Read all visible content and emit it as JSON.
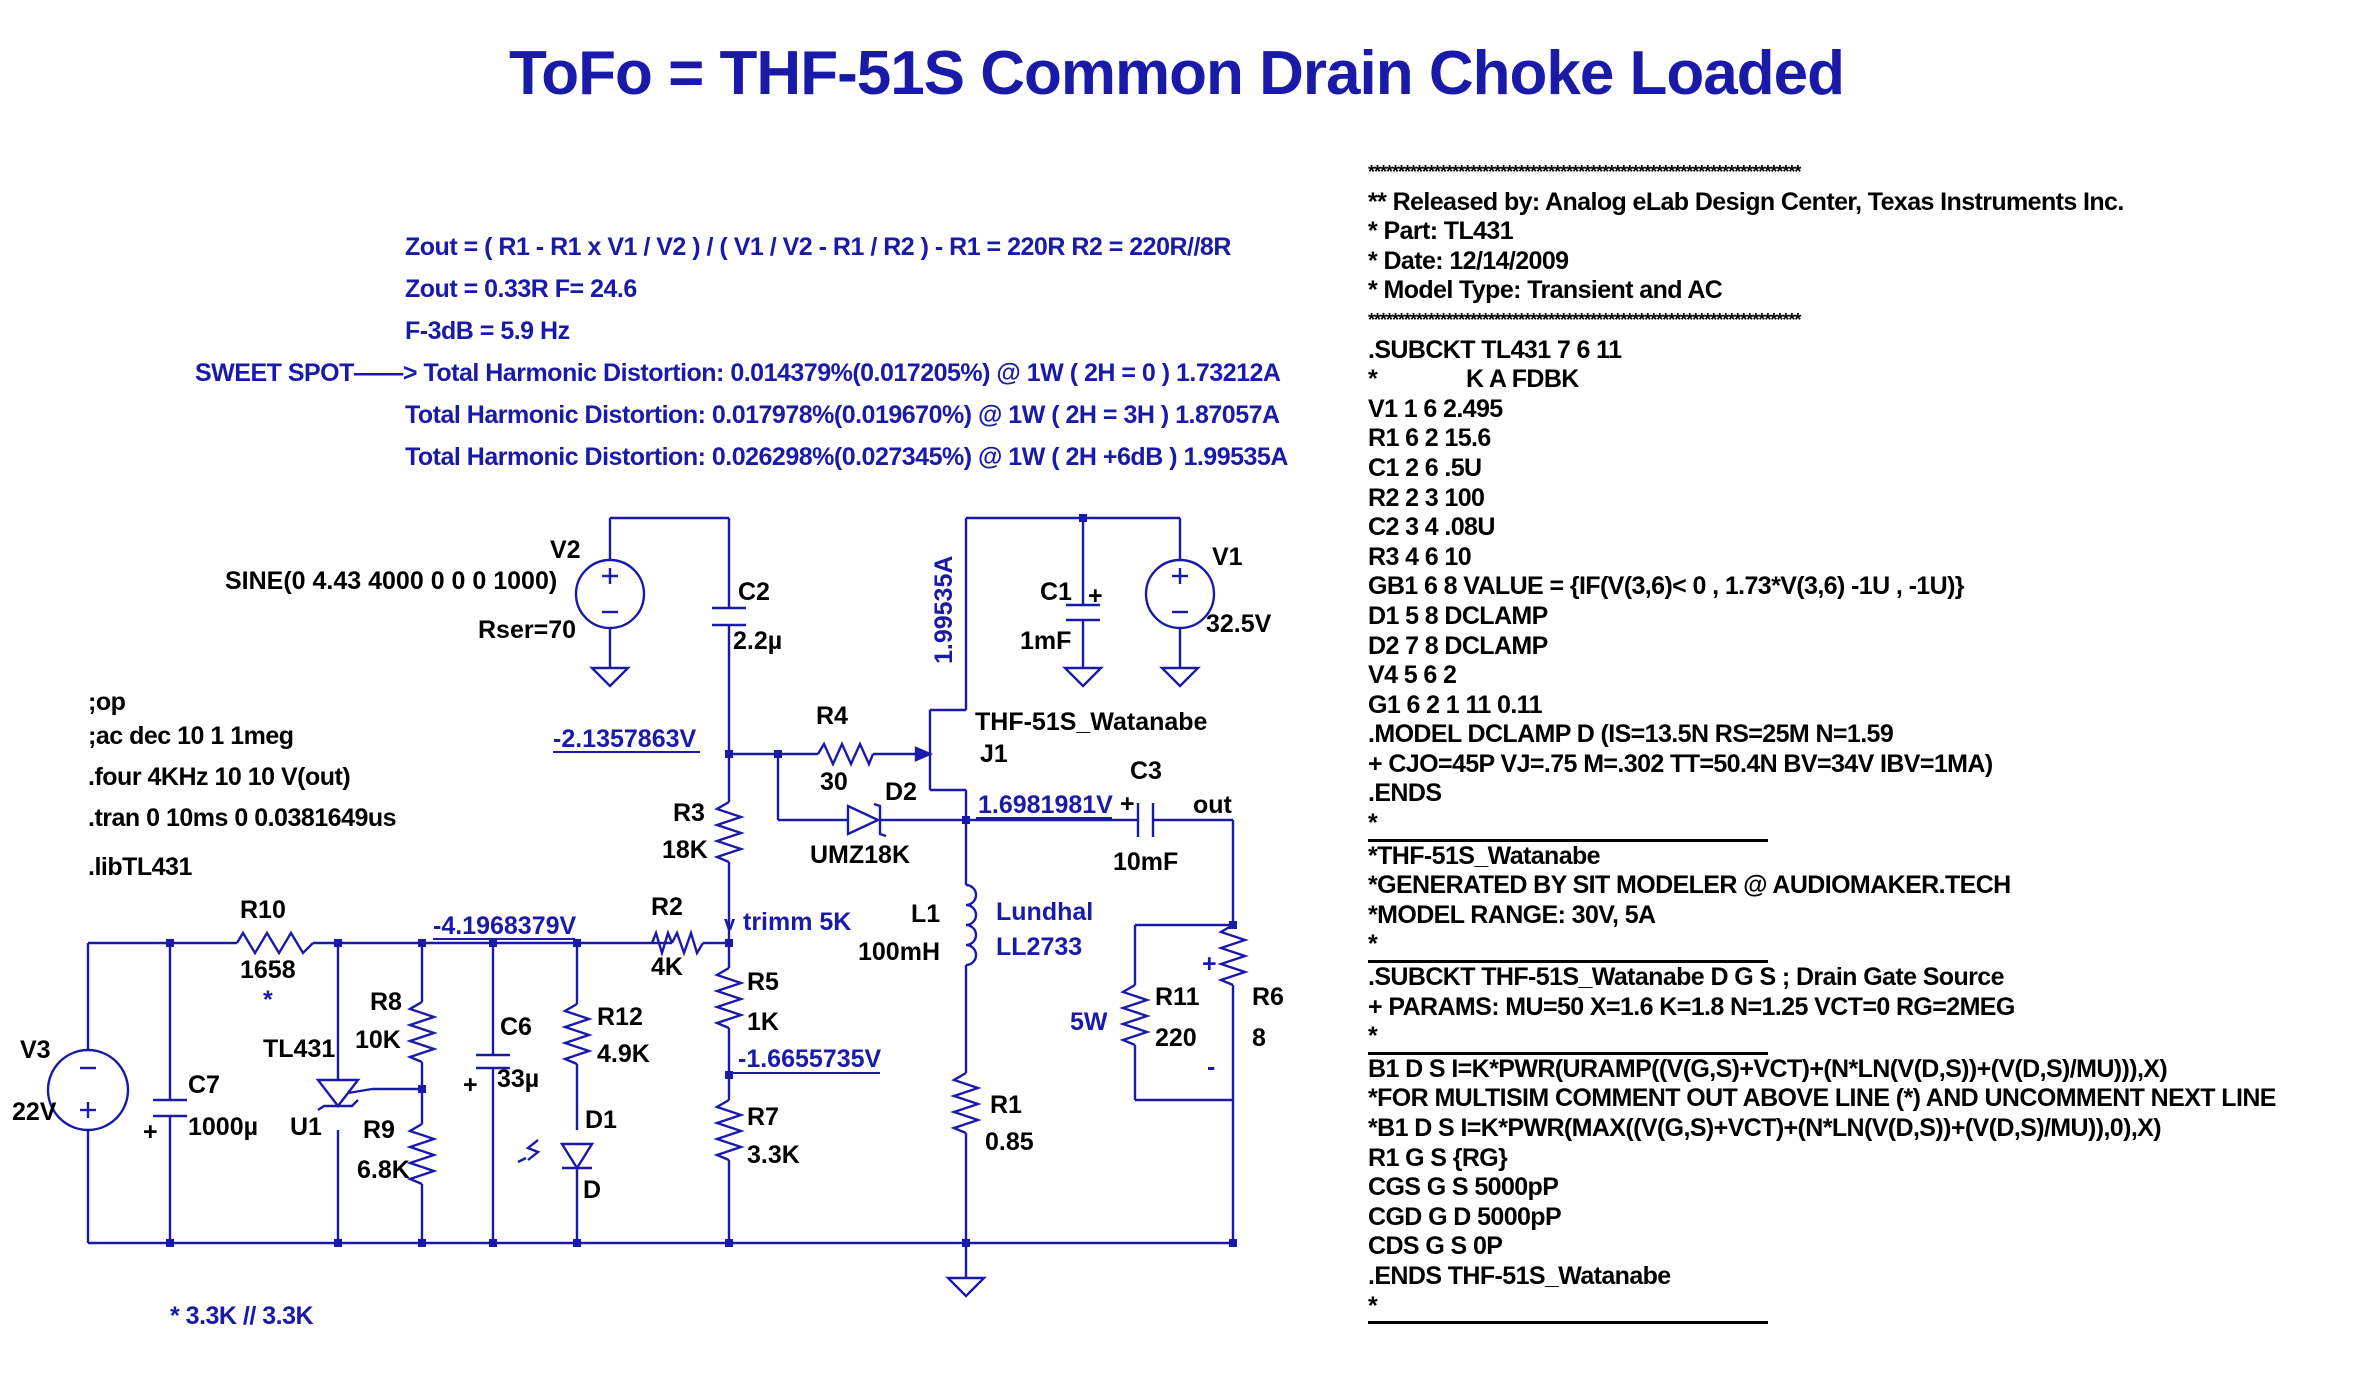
{
  "title": "ToFo = THF-51S Common Drain Choke Loaded",
  "annotations": {
    "zout_formula": "Zout = ( R1 - R1 x V1 / V2 ) / ( V1 / V2 - R1 / R2 )    -  R1 = 220R  R2 = 220R//8R",
    "zout_value": "Zout = 0.33R   F= 24.6",
    "f3db": "F-3dB = 5.9 Hz",
    "sweet_spot": "SWEET SPOT——> Total Harmonic Distortion: 0.014379%(0.017205%)  @ 1W  ( 2H = 0 )  1.73212A",
    "thd2": "Total Harmonic Distortion: 0.017978%(0.019670%)  @ 1W ( 2H = 3H )   1.87057A",
    "thd3": "Total Harmonic Distortion: 0.026298%(0.027345%) @ 1W  ( 2H +6dB )  1.99535A",
    "footnote": "* 3.3K // 3.3K"
  },
  "directives": [
    ";op",
    ";ac dec 10 1 1meg",
    ".four 4KHz 10 10 V(out)",
    ".tran 0 10ms 0 0.0381649us",
    ".libTL431"
  ],
  "schematic": {
    "v2_name": "V2",
    "v2_value": "SINE(0 4.43 4000 0 0 0 1000)",
    "v2_rser": "Rser=70",
    "c2_name": "C2",
    "c2_value": "2.2µ",
    "r4_name": "R4",
    "r4_value": "30",
    "d2_name": "D2",
    "d2_value": "UMZ18K",
    "j1_model": "THF-51S_Watanabe",
    "j1_name": "J1",
    "drain_current": "1.99535A",
    "c1_name": "C1",
    "c1_value": "1mF",
    "v1_name": "V1",
    "v1_value": "32.5V",
    "c3_name": "C3",
    "c3_value": "10mF",
    "out_label": "out",
    "node_gate": "-2.1357863V",
    "node_source": "1.6981981V",
    "node_mid": "-4.1968379V",
    "node_r5": "-1.6655735V",
    "r3_name": "R3",
    "r3_value": "18K",
    "r2_name": "R2",
    "r2_value": "4K",
    "trimm": "trimm 5K",
    "r5_name": "R5",
    "r5_value": "1K",
    "r7_name": "R7",
    "r7_value": "3.3K",
    "l1_name": "L1",
    "l1_value": "100mH",
    "l1_brand": "Lundhal",
    "l1_model": "LL2733",
    "r1_name": "R1",
    "r1_value": "0.85",
    "r11_name": "R11",
    "r11_value": "220",
    "r11_power": "5W",
    "r6_name": "R6",
    "r6_value": "8",
    "r10_name": "R10",
    "r10_value": "1658",
    "r10_star": "*",
    "c7_name": "C7",
    "c7_value": "1000µ",
    "v3_name": "V3",
    "v3_value": "22V",
    "u1_model": "TL431",
    "u1_name": "U1",
    "r8_name": "R8",
    "r8_value": "10K",
    "r9_name": "R9",
    "r9_value": "6.8K",
    "c6_name": "C6",
    "c6_value": "33µ",
    "r12_name": "R12",
    "r12_value": "4.9K",
    "d1_name": "D1",
    "d1_value": "D",
    "plus": "+",
    "minus": "-"
  },
  "netlist": [
    "************************************************************************",
    "** Released by: Analog eLab Design Center, Texas Instruments Inc.",
    "* Part: TL431",
    "* Date: 12/14/2009",
    "* Model Type: Transient and AC",
    "************************************************************************",
    ".SUBCKT TL431 7 6 11",
    "*              K A FDBK",
    "V1 1 6 2.495",
    "R1 6 2 15.6",
    "C1 2 6 .5U",
    "R2 2 3 100",
    "C2 3 4 .08U",
    "R3 4 6 10",
    "GB1 6 8 VALUE = {IF(V(3,6)< 0 , 1.73*V(3,6) -1U , -1U)}",
    "D1 5 8 DCLAMP",
    "D2 7 8 DCLAMP",
    "V4 5 6 2",
    "G1 6 2 1 11 0.11",
    ".MODEL DCLAMP D (IS=13.5N RS=25M N=1.59",
    "+ CJO=45P VJ=.75 M=.302 TT=50.4N BV=34V IBV=1MA)",
    ".ENDS",
    "*",
    "*THF-51S_Watanabe",
    "*GENERATED BY SIT MODELER @ AUDIOMAKER.TECH",
    "*MODEL RANGE: 30V, 5A",
    "*",
    ".SUBCKT THF-51S_Watanabe D G S ; Drain Gate Source",
    "+ PARAMS: MU=50 X=1.6 K=1.8 N=1.25 VCT=0 RG=2MEG",
    "*",
    "B1 D S I=K*PWR(URAMP((V(G,S)+VCT)+(N*LN(V(D,S))+(V(D,S)/MU))),X)",
    "*FOR MULTISIM COMMENT OUT ABOVE LINE (*) AND UNCOMMENT NEXT LINE",
    "*B1 D S I=K*PWR(MAX((V(G,S)+VCT)+(N*LN(V(D,S))+(V(D,S)/MU)),0),X)",
    "R1 G S {RG}",
    "CGS G S 5000pP",
    "CGD G D 5000pP",
    "CDS G S 0P",
    ".ENDS THF-51S_Watanabe",
    "*"
  ],
  "colors": {
    "wire": "#1a1aa8",
    "text": "#000000",
    "label": "#1a1aa8",
    "background": "#ffffff"
  }
}
